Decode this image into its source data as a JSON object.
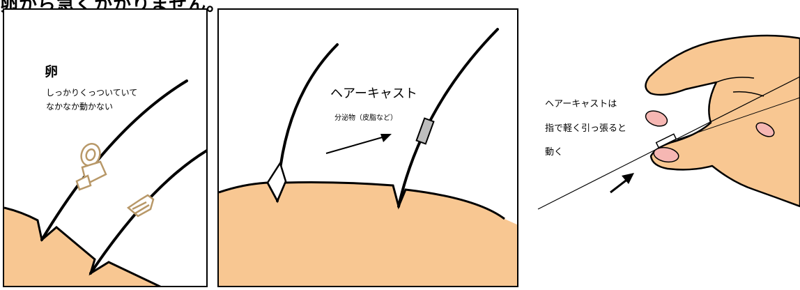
{
  "heading": "卵から急くかかりません。",
  "panel1": {
    "title": "卵",
    "desc_line1": "しっかりくっついていて",
    "desc_line2": "なかなか動かない"
  },
  "panel2": {
    "title": "ヘアーキャスト",
    "note": "分泌物（皮脂など）"
  },
  "panel3": {
    "line1": "ヘアーキャストは",
    "line2": "指で軽く引っ張ると",
    "line3": "動く"
  },
  "colors": {
    "skin": "#f8c792",
    "egg": "#b89868",
    "ink": "#000000"
  }
}
